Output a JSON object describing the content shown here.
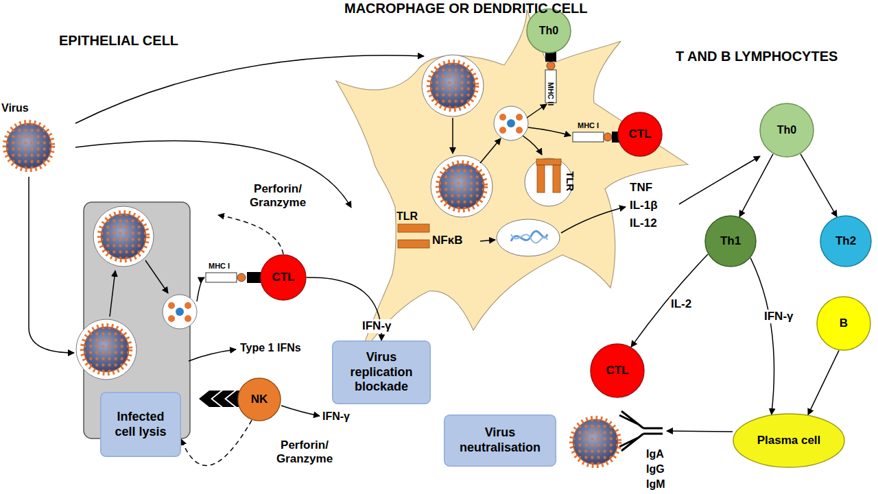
{
  "diagram": {
    "nodes": [
      {
        "text": [
          "Th0"
        ]
      },
      {
        "text": [
          "CTL"
        ]
      },
      {
        "text": [
          "CTL"
        ]
      },
      {
        "text": [
          "NK"
        ]
      },
      {
        "text": [
          "Infected cell lysis"
        ]
      },
      {
        "text": [
          "Virus replication blockade"
        ]
      },
      {
        "text": [
          "Th0"
        ]
      },
      {
        "text": [
          "Th1"
        ]
      },
      {
        "text": [
          "Th2"
        ]
      },
      {
        "text": [
          "B"
        ]
      },
      {
        "text": [
          "CTL"
        ]
      },
      {
        "text": [
          "Plasma cell"
        ]
      },
      {
        "text": [
          "Virus neutralisation"
        ]
      }
    ],
    "edges": [
      {
        "from": 6,
        "to": 7,
        "arrow": "to"
      },
      {
        "from": 6,
        "to": 8,
        "arrow": "to"
      },
      {
        "from": 7,
        "to": 10,
        "arrow": "to",
        "label": "IL-2"
      },
      {
        "from": 7,
        "to": 11,
        "arrow": "to",
        "label": "IFN-γ"
      },
      {
        "from": 9,
        "to": 11,
        "arrow": "to"
      },
      {
        "from": 2,
        "to": 5,
        "arrow": "to",
        "label": "IFN-γ"
      },
      {
        "from": 3,
        "to": 4,
        "arrow": "to",
        "label": "Perforin/ Granzyme"
      }
    ],
    "labels": [
      "EPITHELIAL CELL",
      "MACROPHAGE OR DENDRITIC CELL",
      "T AND B LYMPHOCYTES",
      "Virus",
      "Perforin/ Granzyme",
      "MHC I",
      "MHC II",
      "MHC I",
      "TLR",
      "TLR",
      "NFκB",
      "TNF",
      "IL-1β",
      "IL-12",
      "Type 1 IFNs",
      "IFN-γ",
      "IgA",
      "IgG",
      "IgM"
    ]
  }
}
